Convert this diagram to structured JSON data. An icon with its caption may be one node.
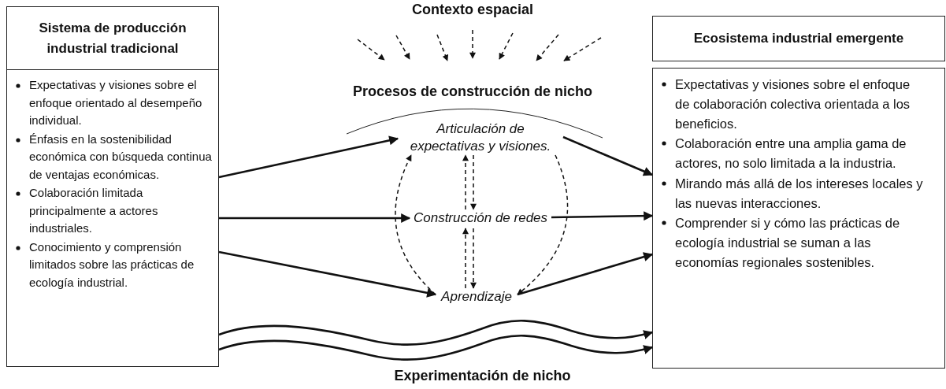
{
  "diagram": {
    "nodes": [
      {
        "text": [
          "Sistema de producción industrial tradicional"
        ]
      },
      {
        "text": [
          "Expectativas y visiones sobre el enfoque orientado al desempeño individual.",
          "Énfasis en la sostenibilidad económica con búsqueda continua de ventajas económicas.",
          "Colaboración limitada principalmente a actores industriales.",
          "Conocimiento y comprensión limitados sobre las prácticas de ecología industrial."
        ]
      },
      {
        "text": [
          "Ecosistema industrial emergente"
        ]
      },
      {
        "text": [
          "Expectativas y visiones sobre el enfoque de colaboración colectiva orientada a los beneficios.",
          "Colaboración entre una amplia gama de actores, no solo limitada a la industria.",
          "Mirando más allá de los intereses locales y las nuevas interacciones.",
          "Comprender si y cómo las prácticas de ecología industrial se suman a las economías regionales sostenibles."
        ]
      },
      {
        "text": [
          "Contexto espacial"
        ]
      },
      {
        "text": [
          "Articulación de expectativas y visiones."
        ]
      },
      {
        "text": [
          "Construcción de redes"
        ]
      },
      {
        "text": [
          "Aprendizaje"
        ]
      }
    ],
    "edges": [
      {
        "from": 1,
        "to": 5,
        "arrow": "to"
      },
      {
        "from": 1,
        "to": 6,
        "arrow": "to"
      },
      {
        "from": 1,
        "to": 7,
        "arrow": "to"
      },
      {
        "from": 5,
        "to": 3,
        "arrow": "to"
      },
      {
        "from": 6,
        "to": 3,
        "arrow": "to"
      },
      {
        "from": 7,
        "to": 3,
        "arrow": "to"
      },
      {
        "from": 6,
        "to": 5,
        "arrow": "to",
        "style": "dashed"
      },
      {
        "from": 5,
        "to": 6,
        "arrow": "to",
        "style": "dashed"
      },
      {
        "from": 7,
        "to": 6,
        "arrow": "to",
        "style": "dashed"
      },
      {
        "from": 6,
        "to": 7,
        "arrow": "to",
        "style": "dashed"
      },
      {
        "from": 7,
        "to": 5,
        "arrow": "to",
        "style": "dashed"
      },
      {
        "from": 5,
        "to": 7,
        "arrow": "to",
        "style": "dashed"
      },
      {
        "from": 1,
        "to": 3,
        "arrow": "to"
      },
      {
        "from": 1,
        "to": 3,
        "arrow": "to"
      }
    ],
    "labels": [
      "Procesos de construcción de nicho",
      "Experimentación de nicho"
    ]
  }
}
